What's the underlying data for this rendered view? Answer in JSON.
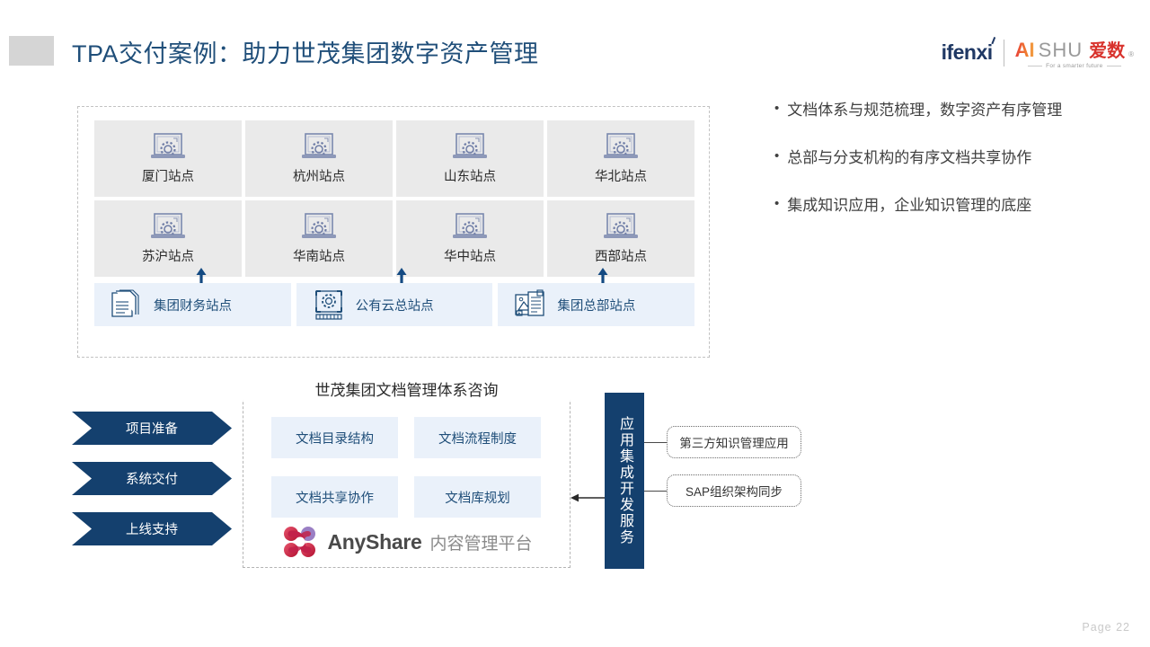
{
  "header": {
    "title": "TPA交付案例：助力世茂集团数字资产管理",
    "logos": {
      "primary": "ifenxi",
      "secondary_ai": "AI",
      "secondary_shu": "SHU",
      "secondary_cn": "爱数",
      "secondary_tagline": "For a smarter future",
      "registered_mark": "®"
    },
    "accent_color": "#1f4e79"
  },
  "architecture_panel": {
    "sites": [
      {
        "label": "厦门站点",
        "icon": "laptop-gear-icon"
      },
      {
        "label": "杭州站点",
        "icon": "laptop-gear-icon"
      },
      {
        "label": "山东站点",
        "icon": "laptop-gear-icon"
      },
      {
        "label": "华北站点",
        "icon": "laptop-gear-icon"
      },
      {
        "label": "苏沪站点",
        "icon": "laptop-gear-icon"
      },
      {
        "label": "华南站点",
        "icon": "laptop-gear-icon"
      },
      {
        "label": "华中站点",
        "icon": "laptop-gear-icon"
      },
      {
        "label": "西部站点",
        "icon": "laptop-gear-icon"
      }
    ],
    "hubs": [
      {
        "label": "集团财务站点",
        "icon": "documents-stack-icon"
      },
      {
        "label": "公有云总站点",
        "icon": "cloud-blueprint-gear-icon"
      },
      {
        "label": "集团总部站点",
        "icon": "media-document-icon"
      }
    ],
    "connector_icon": "double-vertical-arrow-icon",
    "hub_bg_color": "#eaf1fa",
    "site_bg_color": "#eaeaea"
  },
  "benefits": [
    "文档体系与规范梳理，数字资产有序管理",
    "总部与分支机构的有序文档共享协作",
    "集成知识应用，企业知识管理的底座"
  ],
  "phases": [
    "项目准备",
    "系统交付",
    "上线支持"
  ],
  "consulting": {
    "title": "世茂集团文档管理体系咨询",
    "items": [
      "文档目录结构",
      "文档流程制度",
      "文档共享协作",
      "文档库规划"
    ],
    "platform": {
      "logo_icon": "anyshare-molecule-icon",
      "name": "AnyShare",
      "subtitle": "内容管理平台"
    }
  },
  "integration": {
    "bar_label": "应用集成开发服务",
    "bar_color": "#14406e",
    "linked": [
      "第三方知识管理应用",
      "SAP组织架构同步"
    ]
  },
  "footer": {
    "page_label": "Page  22"
  }
}
